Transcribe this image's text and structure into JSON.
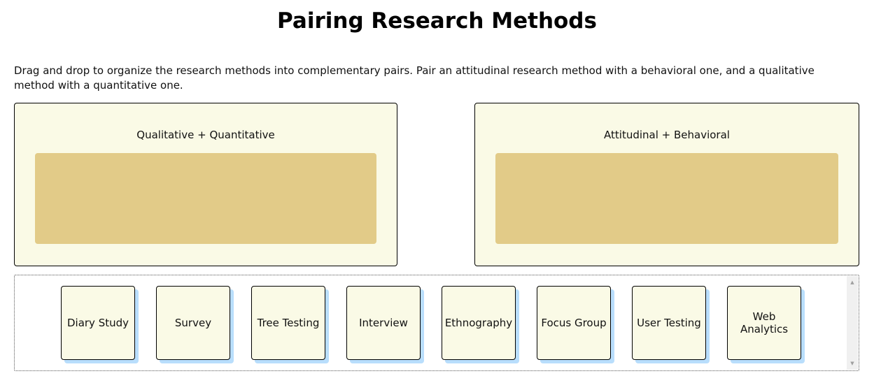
{
  "page": {
    "title": "Pairing Research Methods",
    "instructions": "Drag and drop to organize the research methods into complementary pairs. Pair an attitudinal research method with a behavioral one, and a qualitative method with a quantitative one."
  },
  "pairs": [
    {
      "label": "Qualitative + Quantitative"
    },
    {
      "label": "Attitudinal + Behavioral"
    }
  ],
  "methods": [
    {
      "label": "Diary Study"
    },
    {
      "label": "Survey"
    },
    {
      "label": "Tree Testing"
    },
    {
      "label": "Interview"
    },
    {
      "label": "Ethnography"
    },
    {
      "label": "Focus Group"
    },
    {
      "label": "User Testing"
    },
    {
      "label": "Web Analytics"
    }
  ],
  "scrollbar": {
    "up_icon": "▲",
    "down_icon": "▼"
  },
  "colors": {
    "box_background": "#fafae6",
    "drop_zone": "#e2cb88",
    "card_shadow": "#b9defc"
  }
}
